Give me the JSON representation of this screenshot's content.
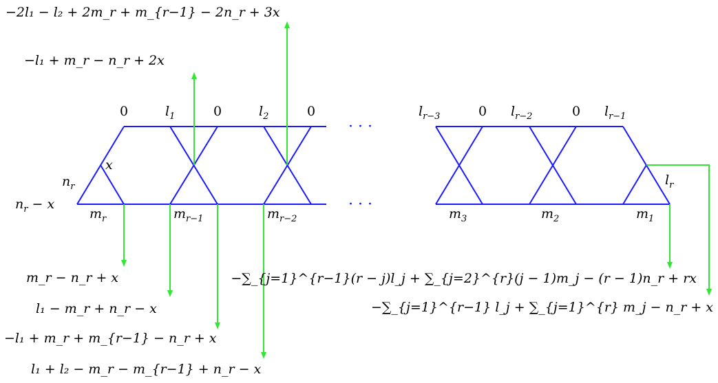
{
  "colors": {
    "band": "#1a1aff",
    "arrow": "#33e633",
    "text": "#000000"
  },
  "top_labels": {
    "zero": "0",
    "l1": {
      "base": "l",
      "sub": "1"
    },
    "l2": {
      "base": "l",
      "sub": "2"
    },
    "lr3": {
      "base": "l",
      "sub": "r−3"
    },
    "lr2": {
      "base": "l",
      "sub": "r−2"
    },
    "lr1": {
      "base": "l",
      "sub": "r−1"
    }
  },
  "side_labels": {
    "x": "x",
    "nr": {
      "base": "n",
      "sub": "r"
    },
    "nr_minus_x": {
      "base": "n",
      "sub": "r",
      "rest": " − x"
    },
    "lr": {
      "base": "l",
      "sub": "r"
    }
  },
  "bottom_labels": {
    "mr": {
      "base": "m",
      "sub": "r"
    },
    "mr1": {
      "base": "m",
      "sub": "r−1"
    },
    "mr2": {
      "base": "m",
      "sub": "r−2"
    },
    "m3": {
      "base": "m",
      "sub": "3"
    },
    "m2": {
      "base": "m",
      "sub": "2"
    },
    "m1": {
      "base": "m",
      "sub": "1"
    }
  },
  "dots": "·    ·    ·",
  "expressions": {
    "up1": "−l₁ + m_r − n_r + 2x",
    "up2": "−2l₁ − l₂ + 2m_r + m_{r−1} − 2n_r + 3x",
    "down1": "m_r − n_r + x",
    "down2": "l₁ − m_r + n_r − x",
    "down3": "−l₁ + m_r + m_{r−1} − n_r + x",
    "down4": "l₁ + l₂ − m_r − m_{r−1} + n_r − x",
    "right1": "−∑_{j=1}^{r−1}(r − j)l_j + ∑_{j=2}^{r}(j − 1)m_j − (r − 1)n_r + rx",
    "right2": "−∑_{j=1}^{r−1} l_j + ∑_{j=1}^{r} m_j − n_r + x"
  }
}
